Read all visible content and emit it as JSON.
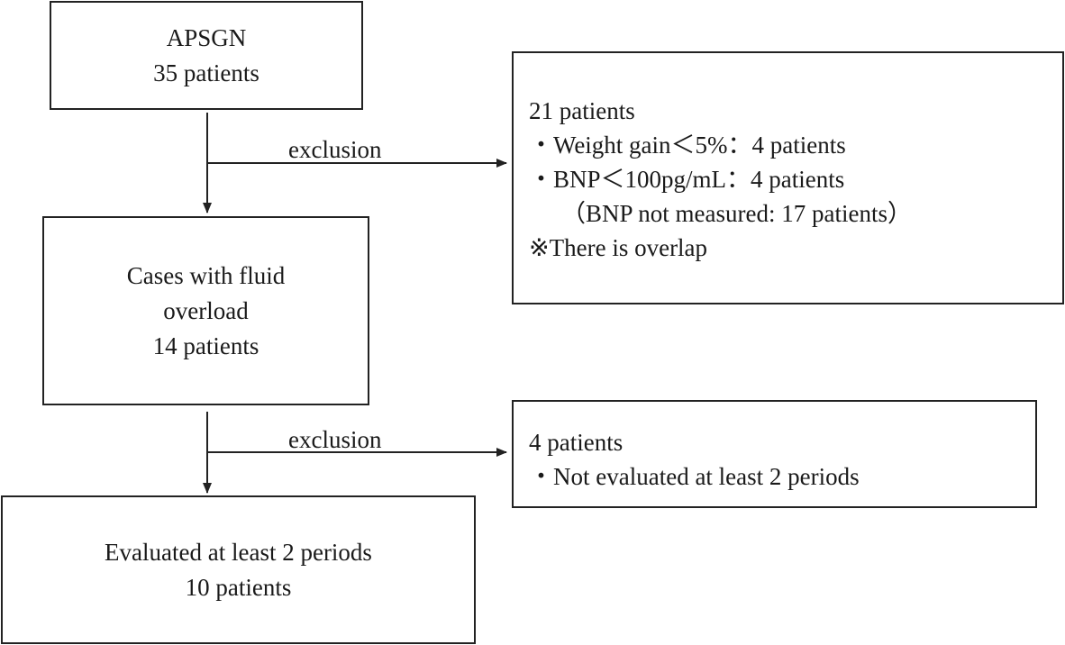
{
  "boxes": {
    "apsgn": {
      "title": "APSGN",
      "count": "35 patients"
    },
    "fluid": {
      "line1": "Cases with fluid",
      "line2": "overload",
      "count": "14 patients"
    },
    "evaluated": {
      "line1": "Evaluated at least 2 periods",
      "count": "10 patients"
    },
    "exclusion1": {
      "count": "21 patients",
      "item1": "・Weight gain＜5%：4 patients",
      "item2": "・BNP＜100pg/mL：4 patients",
      "item3": "（BNP not measured: 17 patients）",
      "note": "※There is overlap"
    },
    "exclusion2": {
      "count": "4 patients",
      "item1": "・Not evaluated at least 2 periods"
    }
  },
  "labels": {
    "exclusion1": "exclusion",
    "exclusion2": "exclusion"
  }
}
